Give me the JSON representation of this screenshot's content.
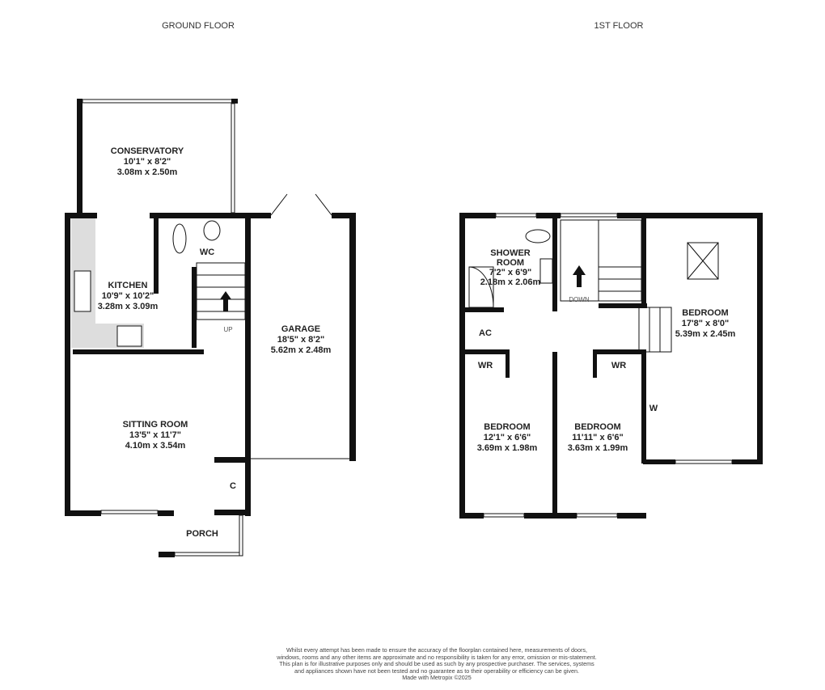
{
  "floors": [
    {
      "title": "GROUND FLOOR",
      "rooms": [
        {
          "name": "CONSERVATORY",
          "imperial": "10'1\"  x 8'2\"",
          "metric": "3.08m  x 2.50m"
        },
        {
          "name": "KITCHEN",
          "imperial": "10'9\"  x 10'2\"",
          "metric": "3.28m  x 3.09m"
        },
        {
          "name": "WC"
        },
        {
          "name": "GARAGE",
          "imperial": "18'5\"  x 8'2\"",
          "metric": "5.62m  x 2.48m"
        },
        {
          "name": "SITTING ROOM",
          "imperial": "13'5\"  x 11'7\"",
          "metric": "4.10m  x 3.54m"
        },
        {
          "name": "C"
        },
        {
          "name": "PORCH"
        }
      ],
      "stairs_label": "UP"
    },
    {
      "title": "1ST FLOOR",
      "rooms": [
        {
          "name": "SHOWER",
          "name2": "ROOM",
          "imperial": "7'2\"  x 6'9\"",
          "metric": "2.18m  x 2.06m"
        },
        {
          "name": "BEDROOM",
          "imperial": "17'8\"  x 8'0\"",
          "metric": "5.39m  x 2.45m"
        },
        {
          "name": "AC"
        },
        {
          "name": "WR"
        },
        {
          "name": "WR"
        },
        {
          "name": "W"
        },
        {
          "name": "BEDROOM",
          "imperial": "12'1\"  x 6'6\"",
          "metric": "3.69m  x 1.98m"
        },
        {
          "name": "BEDROOM",
          "imperial": "11'11\"  x 6'6\"",
          "metric": "3.63m  x 1.99m"
        }
      ],
      "stairs_label": "DOWN"
    }
  ],
  "disclaimer": "Whilst every attempt has been made to ensure the accuracy of the floorplan contained here, measurements of doors, windows, rooms and any other items are approximate and no responsibility is taken for any error, omission or mis-statement. This plan is for illustrative purposes only and should be used as such by any prospective purchaser. The services, systems and appliances shown have not been tested and no guarantee as to their operability or efficiency can be given.",
  "credit": "Made with Metropix ©2025"
}
